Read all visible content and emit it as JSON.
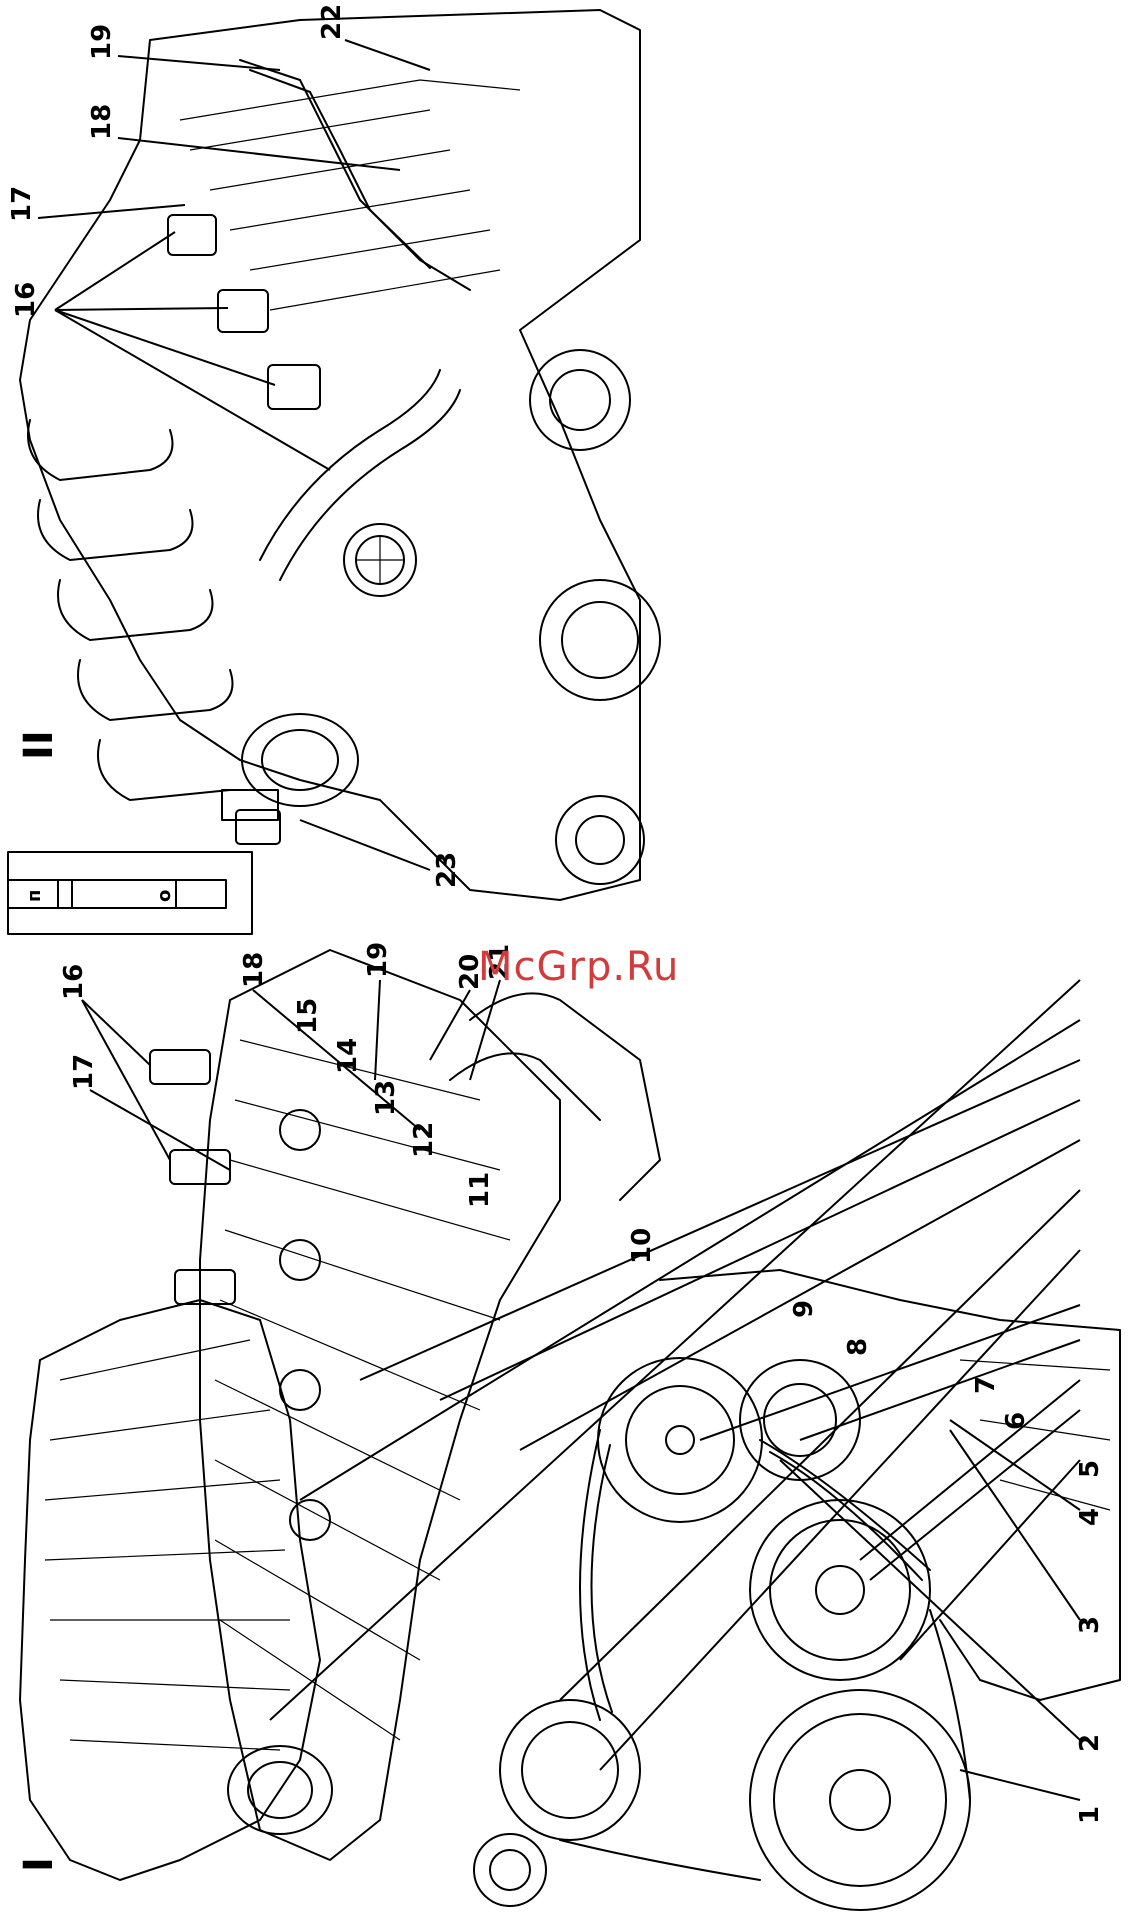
{
  "views": {
    "view_1": {
      "numeral": "I"
    },
    "view_2": {
      "numeral": "II"
    }
  },
  "inset": {
    "left_char": "п",
    "right_char": "о"
  },
  "watermark": "McGrp.Ru",
  "callouts_view_1": {
    "c1": "1",
    "c2": "2",
    "c3": "3",
    "c4": "4",
    "c5": "5",
    "c6": "6",
    "c7": "7",
    "c8": "8",
    "c9": "9",
    "c10": "10",
    "c11": "11",
    "c12": "12",
    "c13": "13",
    "c14": "14",
    "c15": "15",
    "c16": "16",
    "c17": "17",
    "c18": "18",
    "c19": "19",
    "c20": "20",
    "c21": "21"
  },
  "callouts_view_2": {
    "c16": "16",
    "c17": "17",
    "c18": "18",
    "c19": "19",
    "c22": "22",
    "c23": "23"
  }
}
